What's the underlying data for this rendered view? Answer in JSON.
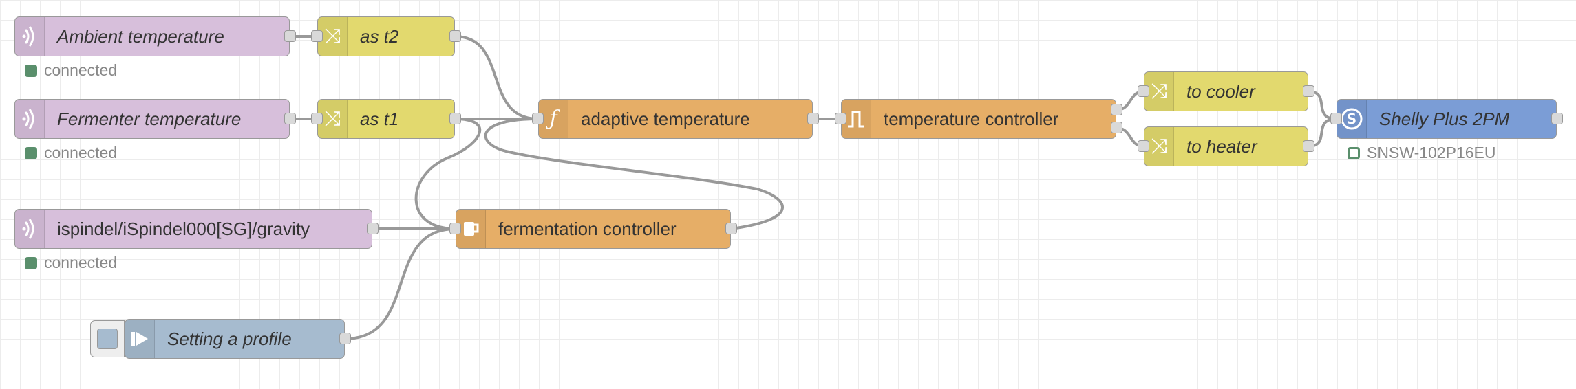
{
  "nodes": {
    "ambient": {
      "label": "Ambient temperature",
      "icon": "mqtt-icon",
      "color": "#d7bfdb",
      "status": "connected"
    },
    "fermenter": {
      "label": "Fermenter temperature",
      "icon": "mqtt-icon",
      "color": "#d7bfdb",
      "status": "connected"
    },
    "gravity": {
      "label": "ispindel/iSpindel000[SG]/gravity",
      "icon": "mqtt-icon",
      "color": "#d7bfdb",
      "status": "connected"
    },
    "as_t2": {
      "label": "as t2",
      "icon": "change-icon",
      "color": "#e2d96e"
    },
    "as_t1": {
      "label": "as t1",
      "icon": "change-icon",
      "color": "#e2d96e"
    },
    "adaptive": {
      "label": "adaptive temperature",
      "icon": "function-icon",
      "color": "#e6ae67"
    },
    "controller": {
      "label": "temperature controller",
      "icon": "pid-icon",
      "color": "#e6ae67"
    },
    "fermentation": {
      "label": "fermentation controller",
      "icon": "beer-icon",
      "color": "#e6ae67"
    },
    "to_cooler": {
      "label": "to cooler",
      "icon": "change-icon",
      "color": "#e2d96e"
    },
    "to_heater": {
      "label": "to heater",
      "icon": "change-icon",
      "color": "#e2d96e"
    },
    "shelly": {
      "label": "Shelly Plus 2PM",
      "icon": "shelly-icon",
      "color": "#7b9dd6",
      "status": "SNSW-102P16EU"
    },
    "profile": {
      "label": "Setting a profile",
      "icon": "inject-arrow-icon",
      "color": "#a6bbcf"
    }
  },
  "colors": {
    "wire": "#999999",
    "status_green": "#5a8f6c",
    "grid": "#ececec"
  }
}
